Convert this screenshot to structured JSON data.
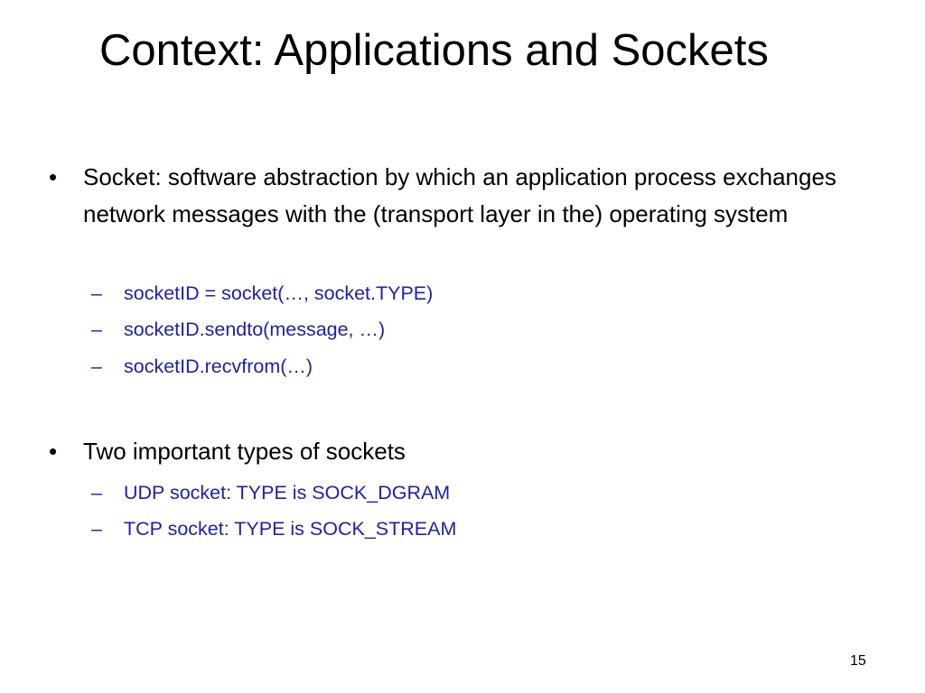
{
  "slide": {
    "title": "Context: Applications and Sockets",
    "bullets": [
      {
        "marker": "•",
        "text": "Socket: software abstraction by which an application process exchanges network messages with the (transport layer in the) operating system",
        "subitems": [
          {
            "marker": "–",
            "text": "socketID = socket(…, socket.TYPE)"
          },
          {
            "marker": "–",
            "text": "socketID.sendto(message, …)"
          },
          {
            "marker": "–",
            "text": "socketID.recvfrom(…)"
          }
        ]
      },
      {
        "marker": "•",
        "text": "Two important types of sockets",
        "subitems": [
          {
            "marker": "–",
            "text": "UDP socket: TYPE is SOCK_DGRAM"
          },
          {
            "marker": "–",
            "text": "TCP socket: TYPE is SOCK_STREAM"
          }
        ]
      }
    ],
    "slide_number": "15",
    "colors": {
      "sub_bullet_text": "#1f1fa8",
      "main_text": "#000000",
      "background": "#ffffff"
    }
  }
}
